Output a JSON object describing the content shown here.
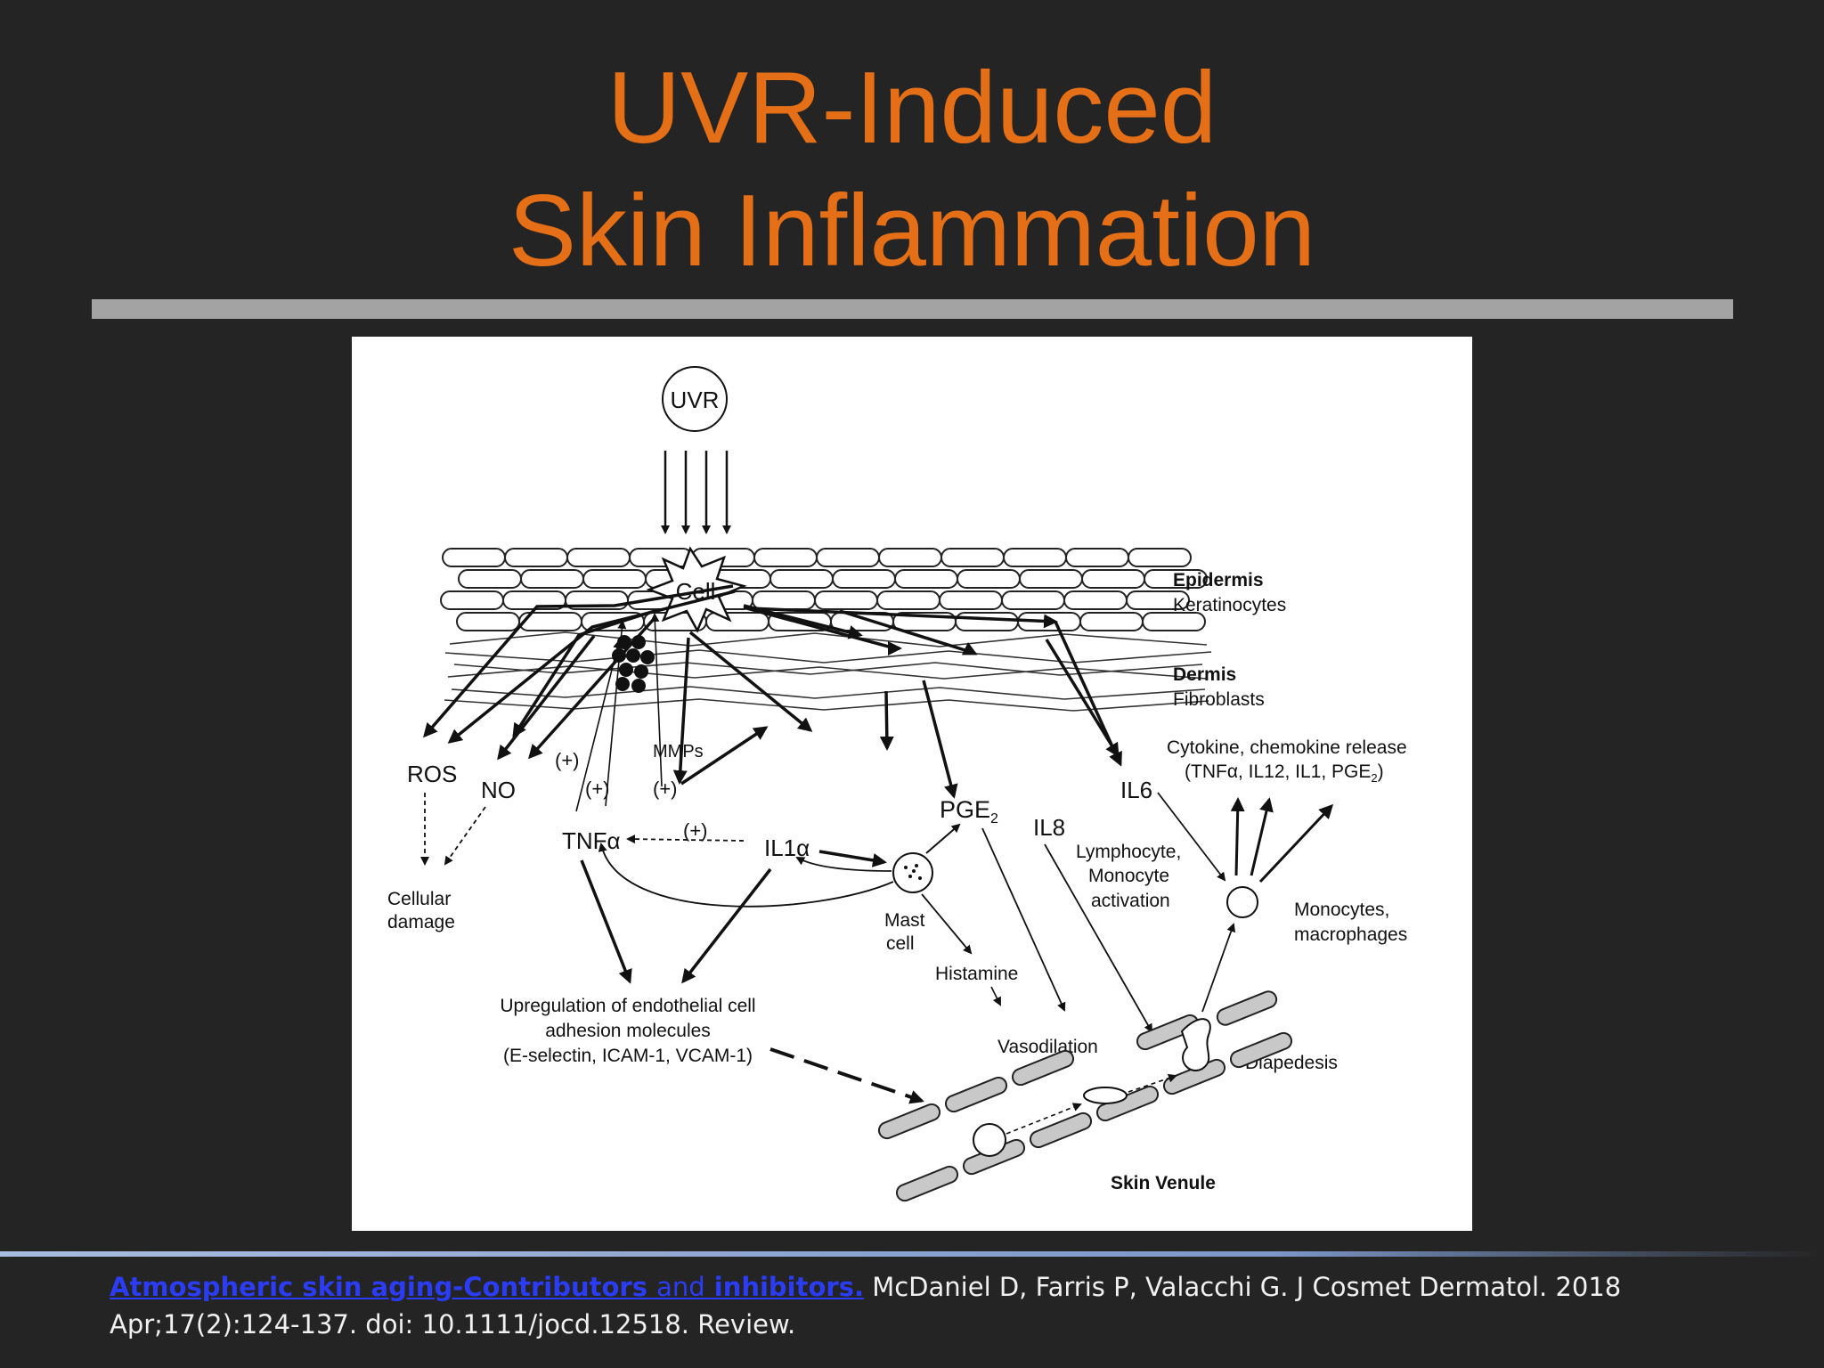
{
  "slide": {
    "title_line1": "UVR-Induced",
    "title_line2": "Skin Inflammation"
  },
  "diagram": {
    "uvr": "UVR",
    "cell": "Cell",
    "epidermis": "Epidermis",
    "keratinocytes": "Keratinocytes",
    "dermis": "Dermis",
    "fibroblasts": "Fibroblasts",
    "ros": "ROS",
    "no": "NO",
    "plus": "(+)",
    "mmps": "MMPs",
    "tnfa": "TNFα",
    "il1a": "IL1α",
    "pge2": "PGE",
    "pge2_sub": "2",
    "il8": "IL8",
    "il6": "IL6",
    "cytokine_line1": "Cytokine, chemokine release",
    "cytokine_line2": "(TNFα, IL12, IL1, PGE",
    "cytokine_sub": "2",
    "cytokine_close": ")",
    "cellular": "Cellular",
    "damage": "damage",
    "lymph1": "Lymphocyte,",
    "lymph2": "Monocyte",
    "lymph3": "activation",
    "mast1": "Mast",
    "mast2": "cell",
    "histamine": "Histamine",
    "monocytes1": "Monocytes,",
    "monocytes2": "macrophages",
    "upreg1": "Upregulation of endothelial cell",
    "upreg2": "adhesion molecules",
    "upreg3": "(E-selectin, ICAM-1, VCAM-1)",
    "vasodilation": "Vasodilation",
    "diapedesis": "Diapedesis",
    "venule": "Skin Venule"
  },
  "citation": {
    "link_part1": "Atmospheric skin aging-Contributors",
    "link_and": "and",
    "link_part2": "inhibitors.",
    "text": " McDaniel D, Farris P, Valacchi G. J Cosmet Dermatol. 2018 Apr;17(2):124-137. doi: 10.1111/jocd.12518. Review."
  }
}
